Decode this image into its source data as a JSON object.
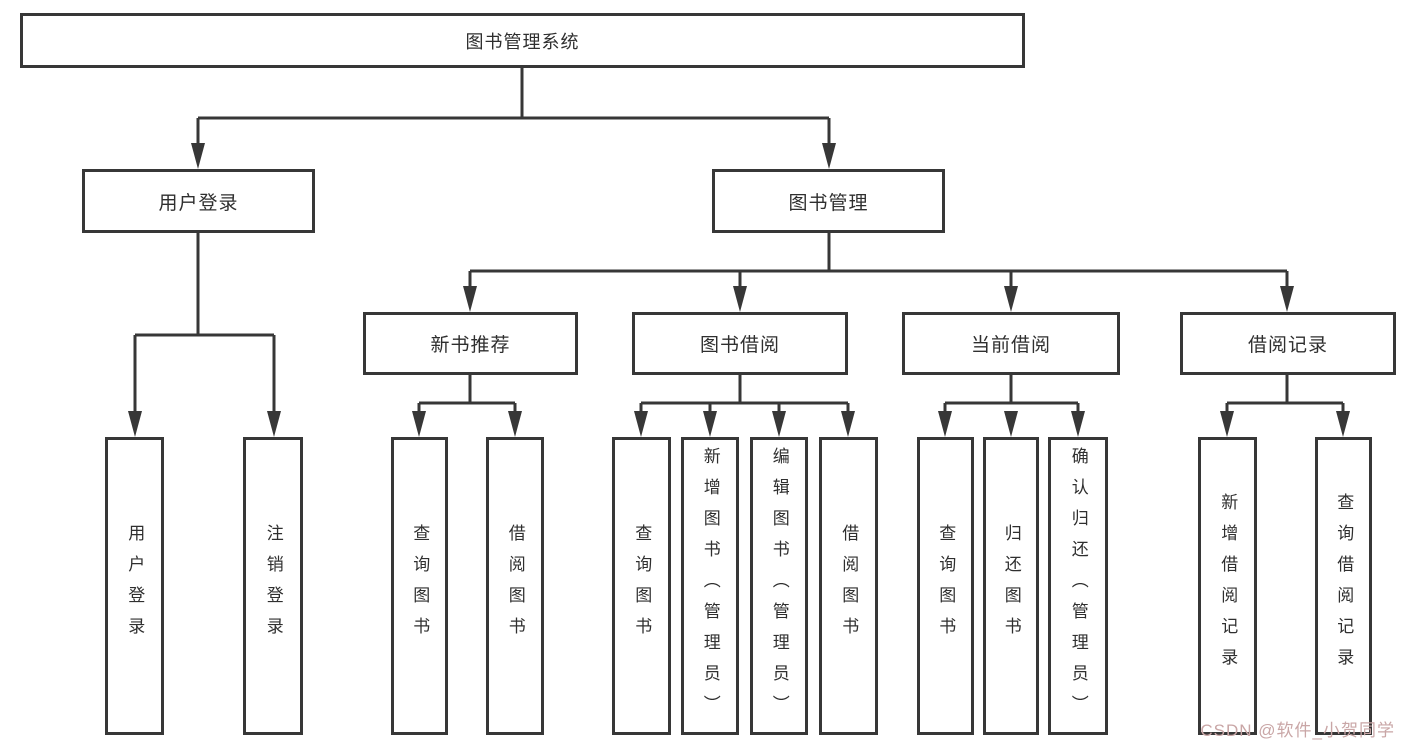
{
  "diagram": {
    "title": "图书管理系统",
    "level2": [
      {
        "label": "用户登录"
      },
      {
        "label": "图书管理"
      }
    ],
    "level3": [
      {
        "label": "新书推荐",
        "parent": "图书管理"
      },
      {
        "label": "图书借阅",
        "parent": "图书管理"
      },
      {
        "label": "当前借阅",
        "parent": "图书管理"
      },
      {
        "label": "借阅记录",
        "parent": "图书管理"
      }
    ],
    "leaves": {
      "user_login": [
        "用户登录",
        "注销登录"
      ],
      "new_book_recommend": [
        "查询图书",
        "借阅图书"
      ],
      "book_borrowing": [
        "查询图书",
        "新增图书（管理员）",
        "编辑图书（管理员）",
        "借阅图书"
      ],
      "current_borrowing": [
        "查询图书",
        "归还图书",
        "确认归还（管理员）"
      ],
      "borrowing_records": [
        "新增借阅记录",
        "查询借阅记录"
      ]
    }
  },
  "watermark": {
    "text": "CSDN @软件_小贺同学"
  },
  "colors": {
    "line": "#373737",
    "text": "#2f2f2f",
    "watermark_text": "#c9a6a6",
    "background": "#ffffff"
  }
}
